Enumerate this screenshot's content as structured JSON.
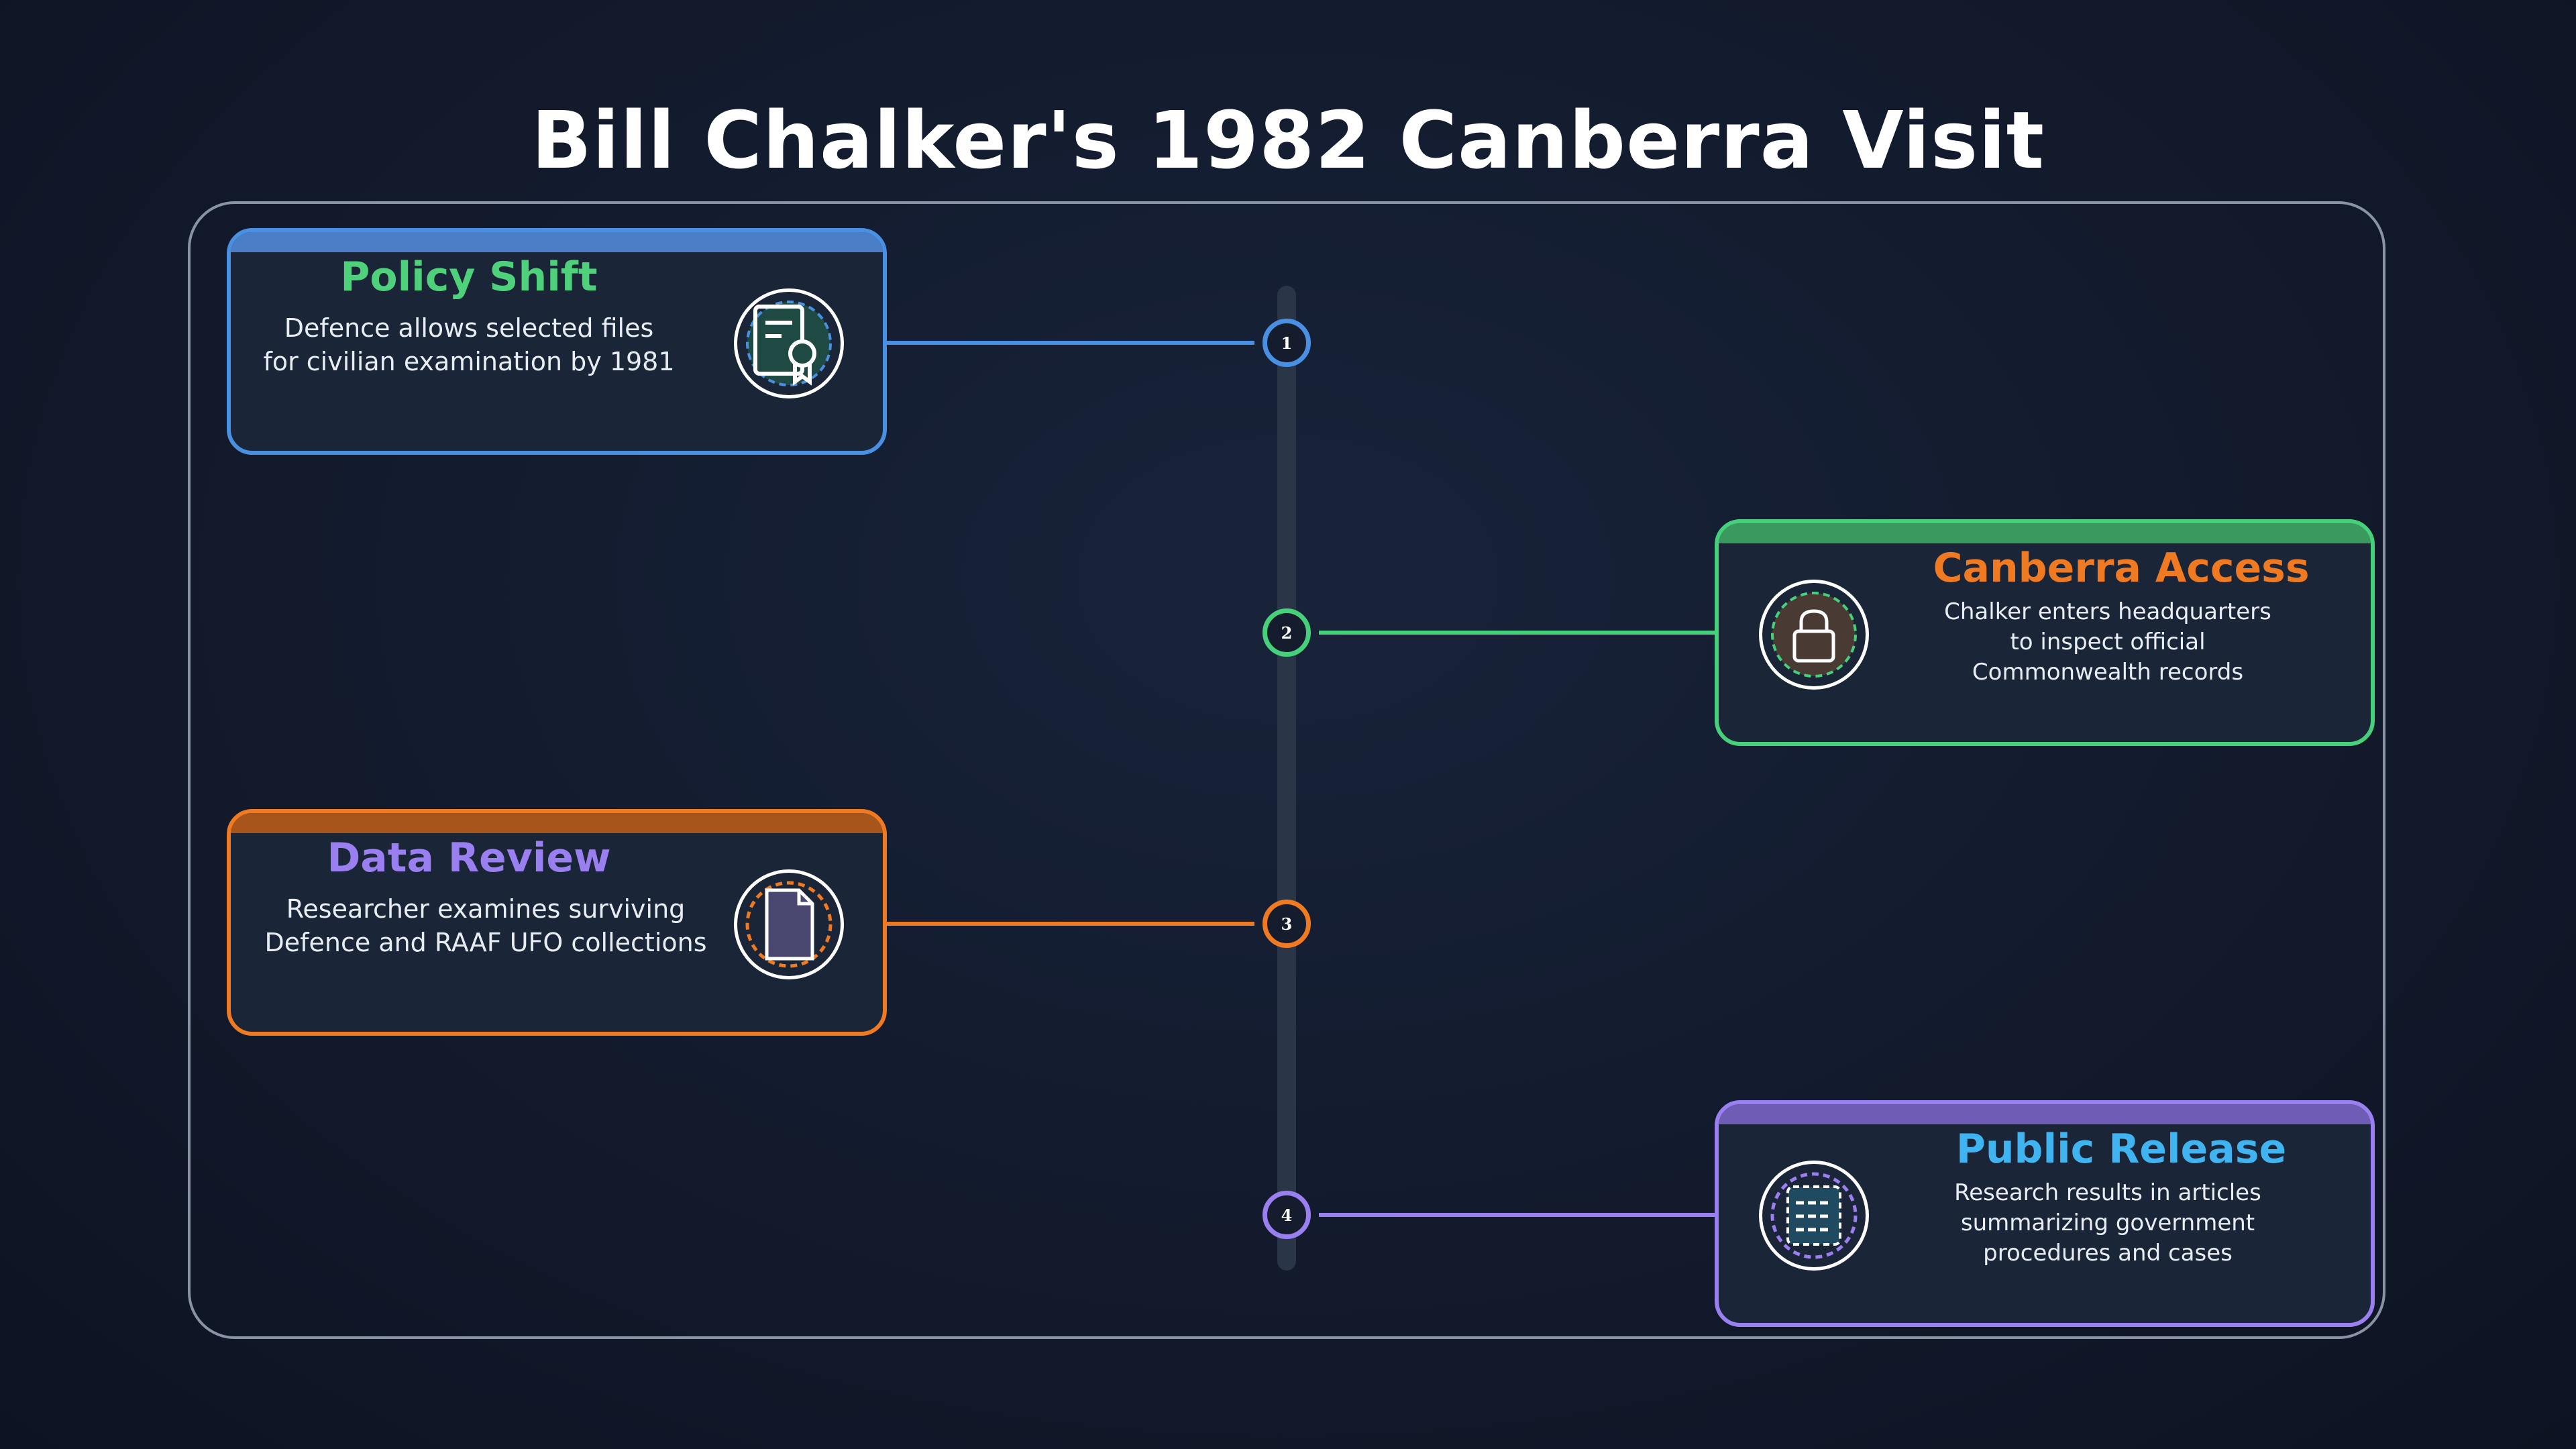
{
  "title": "Bill Chalker's 1982 Canberra Visit",
  "events": [
    {
      "number": "1",
      "title": "Policy Shift",
      "description": [
        "Defence allows selected files",
        "for civilian examination by 1981"
      ],
      "icon": "certificate-icon",
      "border_color": "#4a90e2",
      "title_color": "#4fd17c"
    },
    {
      "number": "2",
      "title": "Canberra Access",
      "description": [
        "Chalker enters headquarters",
        "to inspect official",
        "Commonwealth records"
      ],
      "icon": "lock-icon",
      "border_color": "#46d07a",
      "title_color": "#f07a22"
    },
    {
      "number": "3",
      "title": "Data Review",
      "description": [
        "Researcher examines surviving",
        "Defence and RAAF UFO collections"
      ],
      "icon": "document-icon",
      "border_color": "#f07a22",
      "title_color": "#9a7ff0"
    },
    {
      "number": "4",
      "title": "Public Release",
      "description": [
        "Research results in articles",
        "summarizing government",
        "procedures and cases"
      ],
      "icon": "article-list-icon",
      "border_color": "#9a7ff0",
      "title_color": "#3fb4f0"
    }
  ]
}
